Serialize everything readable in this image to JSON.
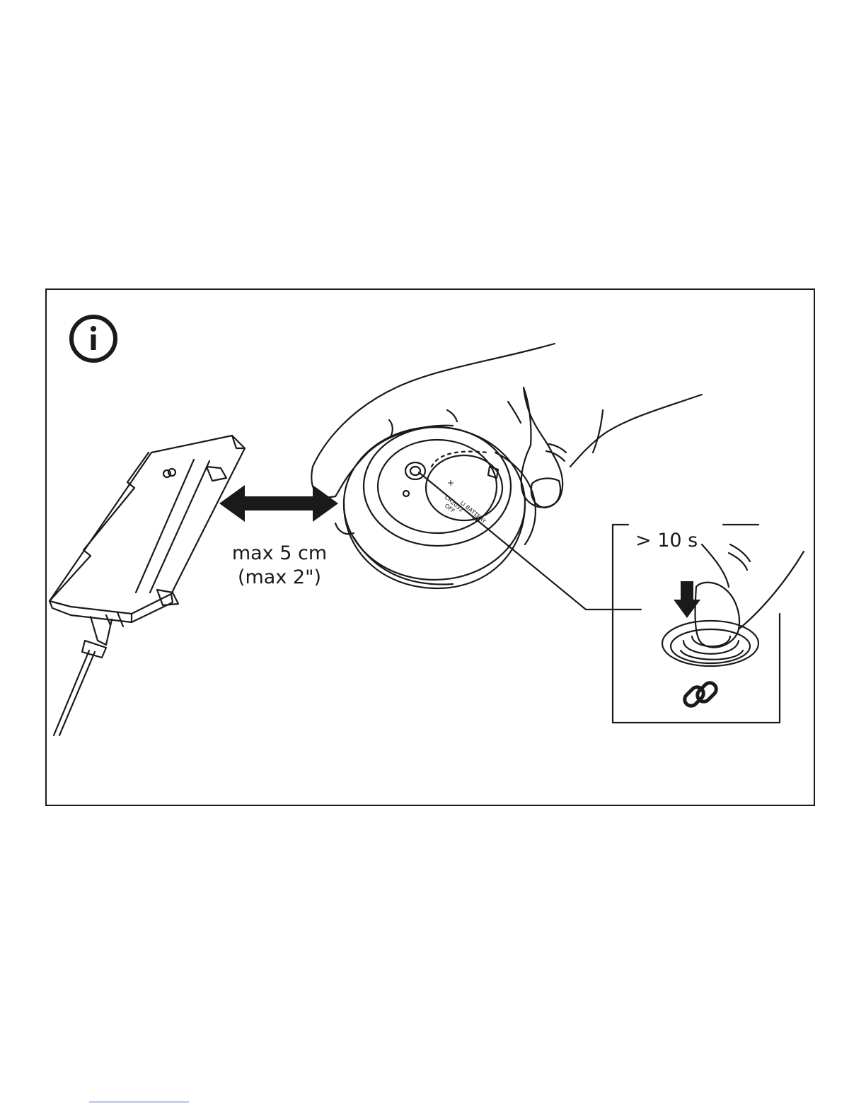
{
  "illustration": {
    "info_icon": "info-icon",
    "distance": {
      "line1": "max 5 cm",
      "line2": "(max 2\")"
    },
    "press_duration": "> 10 s",
    "battery": {
      "plus": "+",
      "model": "CR2032",
      "type": "LI BATTERY",
      "voltage": "3V",
      "lock_mark": "OFF"
    },
    "pair_icon": "link-icon",
    "press_arrow_icon": "down-arrow-icon"
  },
  "colors": {
    "ink": "#1a1a1a",
    "background": "#ffffff",
    "link": "#3b5bdb"
  }
}
